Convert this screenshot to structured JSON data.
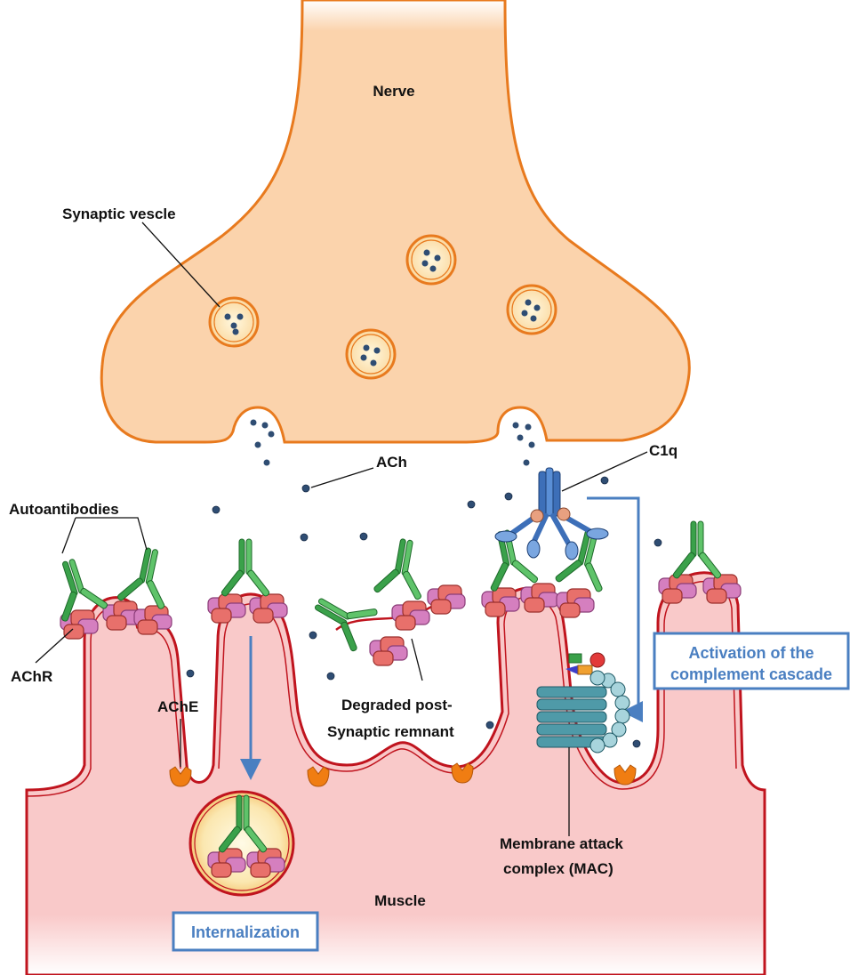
{
  "labels": {
    "nerve": "Nerve",
    "synaptic_vesicle": "Synaptic vescle",
    "ach": "ACh",
    "c1q": "C1q",
    "autoantibodies": "Autoantibodies",
    "achr": "AChR",
    "ache": "AChE",
    "degraded_line1": "Degraded post-",
    "degraded_line2": "Synaptic remnant",
    "mac_line1": "Membrane attack",
    "mac_line2": "complex (MAC)",
    "muscle": "Muscle"
  },
  "boxes": {
    "activation_line1": "Activation of the",
    "activation_line2": "complement cascade",
    "internalization": "Internalization"
  },
  "colors": {
    "nerve_fill": "#fbd3ac",
    "nerve_stroke": "#e87a1e",
    "muscle_fill": "#f9c9c9",
    "muscle_stroke": "#c0141e",
    "antibody": "#3aa14a",
    "receptor_pink": "#d57fbf",
    "receptor_red": "#e8706b",
    "ach_dot": "#2f4d73",
    "ache": "#f07d12",
    "complement_blue": "#3d6fb8",
    "box_blue": "#4a7fc1",
    "mac": "#4f9aa8"
  }
}
